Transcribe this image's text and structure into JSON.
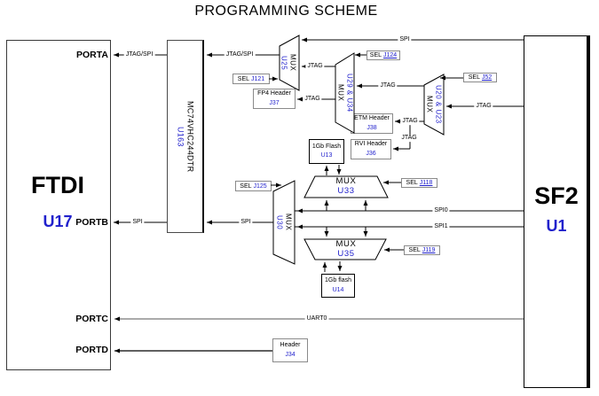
{
  "title": "PROGRAMMING SCHEME",
  "ftdi": {
    "name": "FTDI",
    "ref": "U17",
    "porta": "PORTA",
    "portb": "PORTB",
    "portc": "PORTC",
    "portd": "PORTD"
  },
  "sf2": {
    "name": "SF2",
    "ref": "U1"
  },
  "buffer_u16": {
    "part": "MC74VHC244DTR",
    "ref": "U163"
  },
  "mux": {
    "u25": {
      "label": "MUX",
      "ref": "U25"
    },
    "u29_u34": {
      "label": "MUX",
      "ref": "U29 & U34"
    },
    "u20_u23": {
      "label": "MUX",
      "ref": "U20 & U23"
    },
    "u30": {
      "label": "MUX",
      "ref": "U30"
    },
    "u33": {
      "label": "MUX",
      "ref": "U33"
    },
    "u35": {
      "label": "MUX",
      "ref": "U35"
    }
  },
  "sel": {
    "j121": {
      "prefix": "SEL",
      "ref": "J121"
    },
    "j124": {
      "prefix": "SEL",
      "ref": "J124"
    },
    "j52": {
      "prefix": "SEL",
      "ref": "J52"
    },
    "j118": {
      "prefix": "SEL",
      "ref": "J118"
    },
    "j119": {
      "prefix": "SEL",
      "ref": "J119"
    },
    "j125": {
      "prefix": "SEL",
      "ref": "J125"
    }
  },
  "headers": {
    "fp4": {
      "label": "FP4 Header",
      "ref": "J37"
    },
    "etm": {
      "label": "ETM Header",
      "ref": "J38"
    },
    "rvi": {
      "label": "RVI Header",
      "ref": "J36"
    },
    "j34": {
      "label": "Header",
      "ref": "J34"
    }
  },
  "flash": {
    "u13": {
      "label": "1Gb Flash",
      "ref": "U13"
    },
    "u14": {
      "label": "1Gb flash",
      "ref": "U14"
    }
  },
  "wires": {
    "jtag_spi": "JTAG/SPI",
    "jtag": "JTAG",
    "spi": "SPI",
    "spi0": "SPI0",
    "spi1": "SPI1",
    "uart0": "UART0"
  },
  "colors": {
    "ref_blue": "#2121cc",
    "line": "#000000"
  }
}
